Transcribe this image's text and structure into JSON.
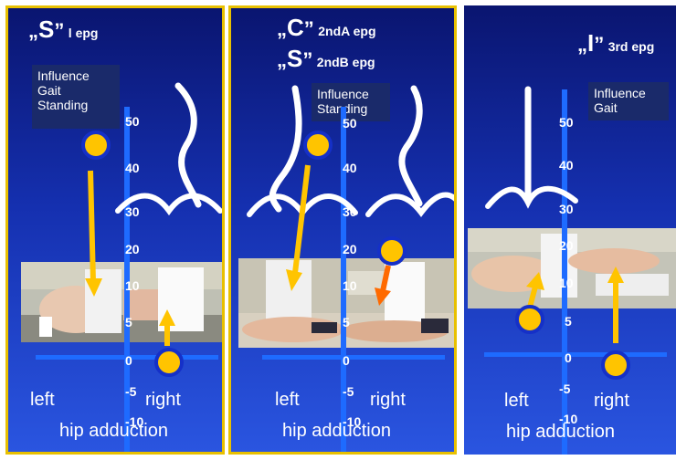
{
  "panels": [
    {
      "title": {
        "quote": "„",
        "letter": "S",
        "close": "”",
        "sub": "l epg"
      },
      "box": [
        "Influence",
        "Gait",
        "Standing"
      ]
    },
    {
      "title": {
        "quote": "„",
        "letter": "C",
        "close": "”",
        "sub": "2ndA epg",
        "quote2": "„",
        "letter2": "S",
        "close2": "”",
        "sub2": "2ndB epg"
      },
      "box": [
        "Influence",
        "Standing"
      ]
    },
    {
      "title": {
        "quote": "„",
        "letter": "I",
        "close": "”",
        "sub": "3rd epg"
      },
      "box": [
        "Influence",
        "Gait"
      ]
    }
  ],
  "axis": {
    "ticks": [
      "50",
      "40",
      "30",
      "20",
      "10",
      "5",
      "0",
      "-5",
      "-10"
    ],
    "left": "left",
    "right": "right",
    "caption": "hip adduction"
  },
  "colors": {
    "arrow": "#ffc400",
    "arrow_alt": "#ff6a00",
    "axis": "#1e6bff",
    "frame": "#e8c000"
  }
}
